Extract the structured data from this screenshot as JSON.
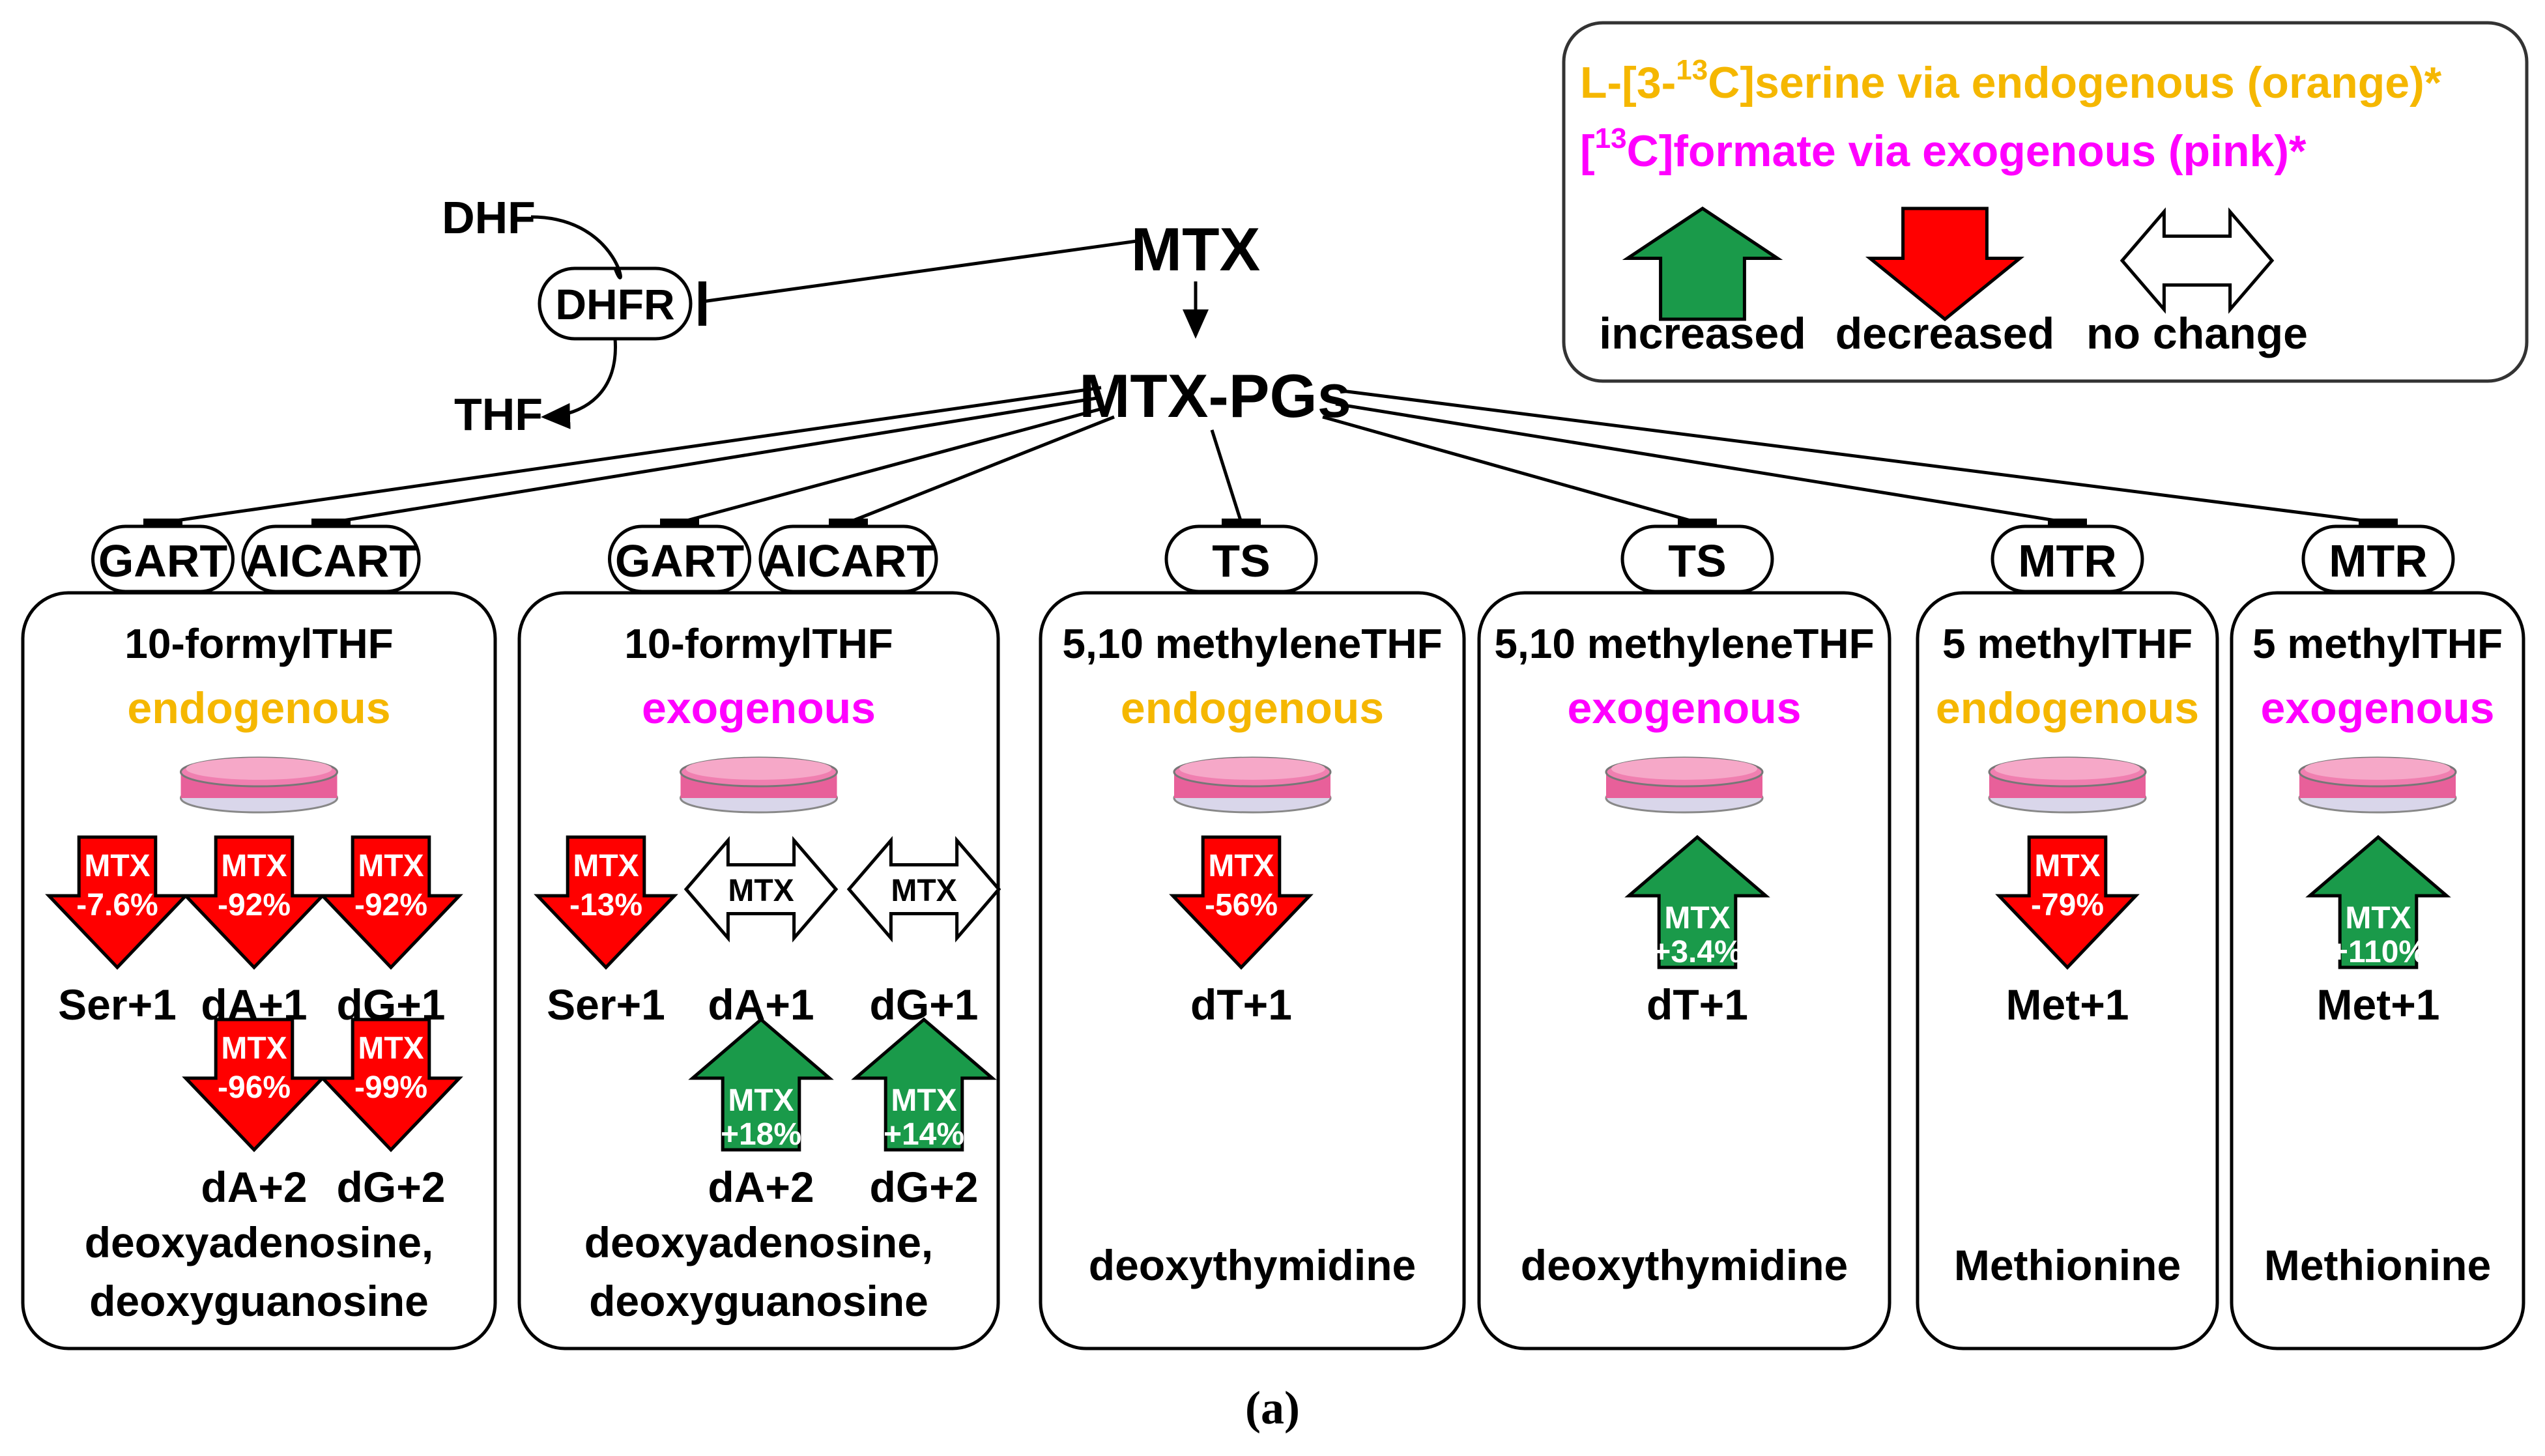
{
  "colors": {
    "endogenous": "#F5B700",
    "exogenous": "#FF00FF",
    "increased": "#1A9A4A",
    "decreased": "#FF0000",
    "nochange": "#FFFFFF",
    "line": "#000000",
    "dish_fill": "#E8609A",
    "dish_rim": "#D9D6EA"
  },
  "top": {
    "mtx": "MTX",
    "mtx_pgs": "MTX-PGs",
    "dhf": "DHF",
    "thf": "THF",
    "dhfr": "DHFR"
  },
  "legend": {
    "line1_pre": "L-[3-",
    "line1_sup": "13",
    "line1_post": "C]serine via endogenous (orange)*",
    "line2_pre": "[",
    "line2_sup": "13",
    "line2_post": "C]formate via exogenous (pink)*",
    "increased": "increased",
    "decreased": "decreased",
    "no_change": "no change"
  },
  "panels": [
    {
      "enzymes": [
        "GART",
        "AICART"
      ],
      "folate": "10-formylTHF",
      "source": "endogenous",
      "arrows": [
        {
          "dir": "decreased",
          "label": "MTX",
          "value": "-7.6%",
          "metabolite": "Ser+1"
        },
        {
          "dir": "decreased",
          "label": "MTX",
          "value": "-92%",
          "metabolite": "dA+1"
        },
        {
          "dir": "decreased",
          "label": "MTX",
          "value": "-92%",
          "metabolite": "dG+1"
        },
        {
          "dir": "decreased",
          "label": "MTX",
          "value": "-96%",
          "metabolite": "dA+2"
        },
        {
          "dir": "decreased",
          "label": "MTX",
          "value": "-99%",
          "metabolite": "dG+2"
        }
      ],
      "footer": [
        "deoxyadenosine,",
        "deoxyguanosine"
      ]
    },
    {
      "enzymes": [
        "GART",
        "AICART"
      ],
      "folate": "10-formylTHF",
      "source": "exogenous",
      "arrows": [
        {
          "dir": "decreased",
          "label": "MTX",
          "value": "-13%",
          "metabolite": "Ser+1"
        },
        {
          "dir": "nochange",
          "label": "MTX",
          "value": "",
          "metabolite": "dA+1"
        },
        {
          "dir": "nochange",
          "label": "MTX",
          "value": "",
          "metabolite": "dG+1"
        },
        {
          "dir": "increased",
          "label": "MTX",
          "value": "+18%",
          "metabolite": "dA+2"
        },
        {
          "dir": "increased",
          "label": "MTX",
          "value": "+14%",
          "metabolite": "dG+2"
        }
      ],
      "footer": [
        "deoxyadenosine,",
        "deoxyguanosine"
      ]
    },
    {
      "enzymes": [
        "TS"
      ],
      "folate": "5,10 methyleneTHF",
      "source": "endogenous",
      "arrows": [
        {
          "dir": "decreased",
          "label": "MTX",
          "value": "-56%",
          "metabolite": "dT+1"
        }
      ],
      "footer": [
        "deoxythymidine"
      ]
    },
    {
      "enzymes": [
        "TS"
      ],
      "folate": "5,10 methyleneTHF",
      "source": "exogenous",
      "arrows": [
        {
          "dir": "increased",
          "label": "MTX",
          "value": "+3.4%",
          "metabolite": "dT+1"
        }
      ],
      "footer": [
        "deoxythymidine"
      ]
    },
    {
      "enzymes": [
        "MTR"
      ],
      "folate": "5 methylTHF",
      "source": "endogenous",
      "arrows": [
        {
          "dir": "decreased",
          "label": "MTX",
          "value": "-79%",
          "metabolite": "Met+1"
        }
      ],
      "footer": [
        "Methionine"
      ]
    },
    {
      "enzymes": [
        "MTR"
      ],
      "folate": "5 methylTHF",
      "source": "exogenous",
      "arrows": [
        {
          "dir": "increased",
          "label": "MTX",
          "value": "+110%",
          "metabolite": "Met+1"
        }
      ],
      "footer": [
        "Methionine"
      ]
    }
  ],
  "caption": "(a)"
}
